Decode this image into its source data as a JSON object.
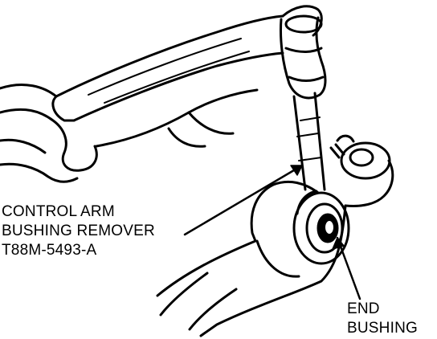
{
  "labels": {
    "tool": {
      "line1": "CONTROL ARM",
      "line2": "BUSHING REMOVER",
      "line3": "T88M-5493-A"
    },
    "part": {
      "line1": "END",
      "line2": "BUSHING"
    }
  },
  "colors": {
    "ink": "#000000",
    "paper": "#ffffff"
  }
}
